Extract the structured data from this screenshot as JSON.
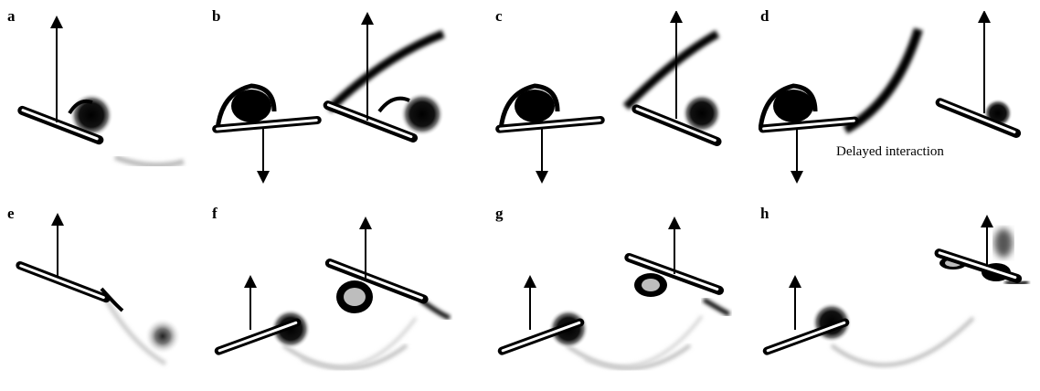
{
  "figure": {
    "panels": [
      {
        "label": "a"
      },
      {
        "label": "b"
      },
      {
        "label": "c"
      },
      {
        "label": "d",
        "annotation": "Delayed interaction"
      },
      {
        "label": "e"
      },
      {
        "label": "f"
      },
      {
        "label": "g"
      },
      {
        "label": "h"
      }
    ]
  },
  "colors": {
    "ink": "#000000",
    "vortex_light": "#bdbdbd",
    "background": "#ffffff"
  }
}
